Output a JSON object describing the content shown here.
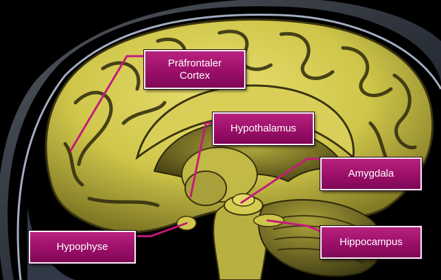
{
  "diagram": {
    "labels": {
      "prefrontal_cortex": "Präfrontaler\nCortex",
      "hypothalamus": "Hypothalamus",
      "amygdala": "Amygdala",
      "hypophyse": "Hypophyse",
      "hippocampus": "Hippocampus"
    },
    "colors": {
      "background": "#000000",
      "brain": "#cfc64a",
      "brain_shadow": "#3a3410",
      "label_fill": "#9b0f69",
      "label_border": "#f4f4f4",
      "leader_line": "#c41a7c",
      "skull_glass": "#9fb6d8"
    }
  }
}
